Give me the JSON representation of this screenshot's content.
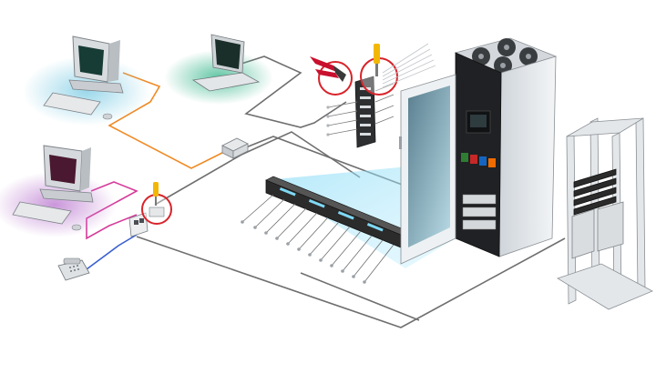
{
  "diagram": {
    "kind": "structured-cabling-network-illustration",
    "colors": {
      "background": "#ffffff",
      "orange_cable": "#f08a24",
      "magenta_cable": "#d63a9a",
      "blue_cable": "#3a5fcf",
      "gray_cable": "#6f6f6f",
      "callout_ring": "#d8232a",
      "panel_highlight": "#7fd8f5",
      "rack_body": "#e9ecef",
      "rack_dark": "#2b2b2b",
      "tool_red": "#c8102e",
      "tool_yellow": "#f2b705"
    },
    "components": [
      {
        "name": "desktop-computer-top",
        "icon": "crt-computer-icon",
        "glow": "#8fd3e8"
      },
      {
        "name": "laptop",
        "icon": "laptop-icon",
        "glow": "#4fbf9a"
      },
      {
        "name": "desktop-computer-left",
        "icon": "crt-computer-icon",
        "glow": "#c48bd6"
      },
      {
        "name": "telephone",
        "icon": "phone-icon"
      },
      {
        "name": "wall-outlet",
        "icon": "wall-jack-icon"
      },
      {
        "name": "consolidation-box",
        "icon": "junction-box-icon"
      },
      {
        "name": "punch-down-block",
        "icon": "punch-block-icon"
      },
      {
        "name": "crimp-tool",
        "icon": "crimp-tool-icon"
      },
      {
        "name": "patch-panel",
        "icon": "patch-panel-icon"
      },
      {
        "name": "server-cabinet",
        "icon": "server-rack-icon"
      },
      {
        "name": "open-frame-rack",
        "icon": "open-rack-icon"
      }
    ]
  }
}
